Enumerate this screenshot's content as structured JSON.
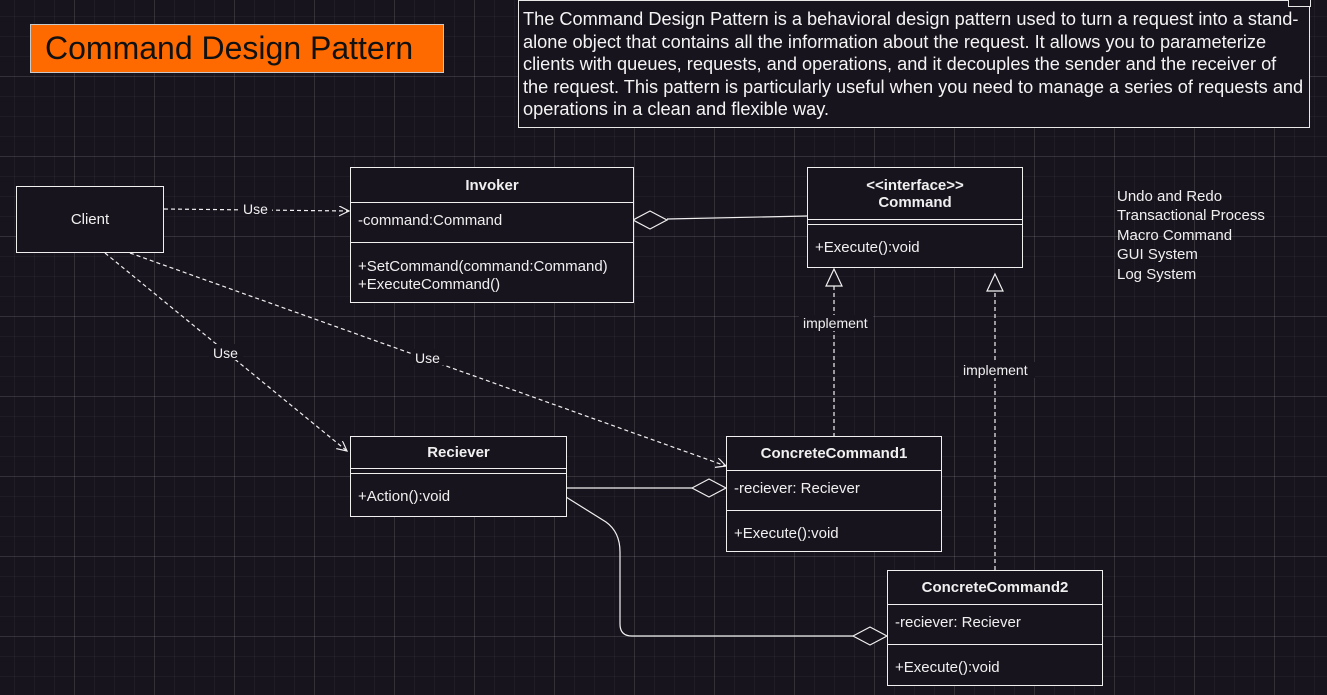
{
  "title": "Command Design Pattern",
  "description": "The Command Design Pattern is a behavioral design pattern used to turn a request into a stand-alone object that contains all the information about the request. It allows you to parameterize clients with queues, requests, and operations, and it decouples the sender and the receiver of the request. This pattern is particularly useful when you need to manage a series of requests and operations in a clean and flexible way.",
  "nodes": {
    "client": {
      "label": "Client"
    },
    "invoker": {
      "name": "Invoker",
      "attributes": [
        "-command:Command"
      ],
      "methods": [
        "+SetCommand(command:Command)",
        "+ExecuteCommand()"
      ]
    },
    "command": {
      "stereotype": "<<interface>>",
      "name": "Command",
      "methods": [
        "+Execute():void"
      ]
    },
    "receiver": {
      "name": "Reciever",
      "methods": [
        "+Action():void"
      ]
    },
    "concrete1": {
      "name": "ConcreteCommand1",
      "attributes": [
        "-reciever: Reciever"
      ],
      "methods": [
        "+Execute():void"
      ]
    },
    "concrete2": {
      "name": "ConcreteCommand2",
      "attributes": [
        "-reciever: Reciever"
      ],
      "methods": [
        "+Execute():void"
      ]
    }
  },
  "edges": {
    "client_invoker": {
      "label": "Use",
      "type": "dependency"
    },
    "client_receiver": {
      "label": "Use",
      "type": "dependency"
    },
    "client_concrete1": {
      "label": "Use",
      "type": "dependency"
    },
    "concrete1_command": {
      "label": "implement",
      "type": "realization"
    },
    "concrete2_command": {
      "label": "implement",
      "type": "realization"
    },
    "invoker_command": {
      "type": "aggregation"
    },
    "receiver_concrete1": {
      "type": "aggregation"
    },
    "receiver_concrete2": {
      "type": "aggregation"
    }
  },
  "use_cases": [
    "Undo and Redo",
    "Transactional Process",
    "Macro Command",
    "GUI System",
    "Log System"
  ]
}
